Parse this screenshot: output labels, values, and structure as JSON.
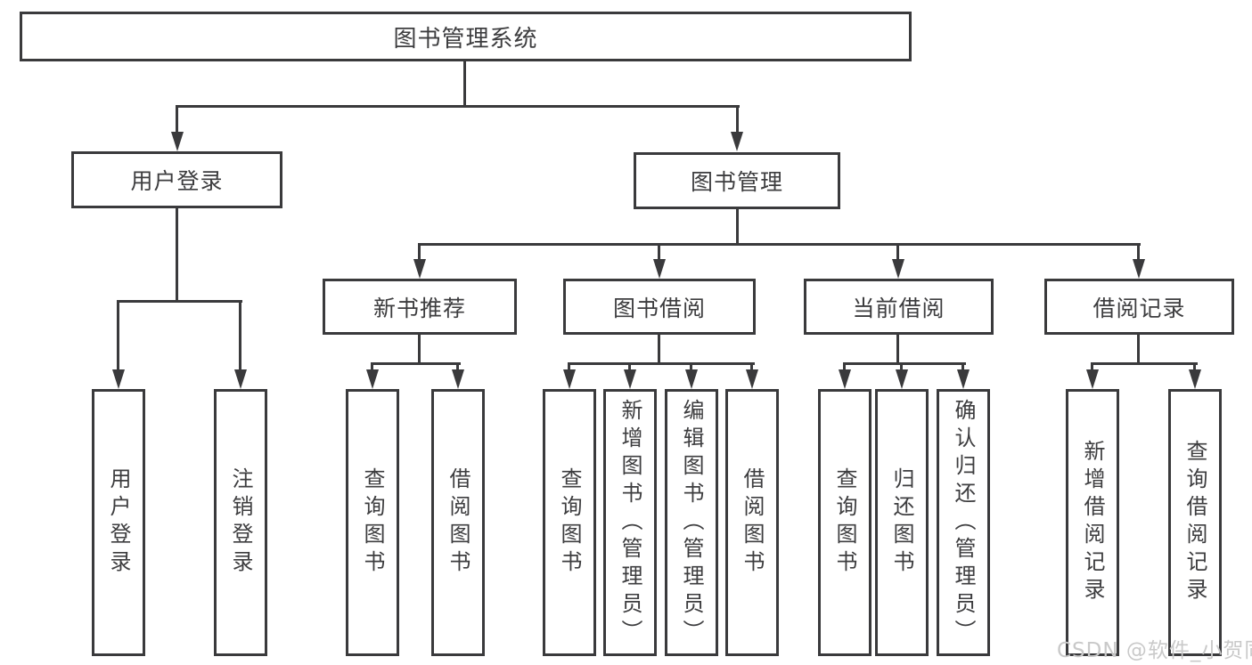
{
  "tree": {
    "root": {
      "label": "图书管理系统"
    },
    "branches": [
      {
        "label": "用户登录",
        "children": [
          {
            "label": "用户登录"
          },
          {
            "label": "注销登录"
          }
        ]
      },
      {
        "label": "图书管理",
        "children": [
          {
            "label": "新书推荐",
            "children": [
              {
                "label": "查询图书"
              },
              {
                "label": "借阅图书"
              }
            ]
          },
          {
            "label": "图书借阅",
            "children": [
              {
                "label": "查询图书"
              },
              {
                "label": "新增图书（管理员）"
              },
              {
                "label": "编辑图书（管理员）"
              },
              {
                "label": "借阅图书"
              }
            ]
          },
          {
            "label": "当前借阅",
            "children": [
              {
                "label": "查询图书"
              },
              {
                "label": "归还图书"
              },
              {
                "label": "确认归还（管理员）"
              }
            ]
          },
          {
            "label": "借阅记录",
            "children": [
              {
                "label": "新增借阅记录"
              },
              {
                "label": "查询借阅记录"
              }
            ]
          }
        ]
      }
    ]
  },
  "watermark": {
    "text": "CSDN @软件_小贺同学"
  },
  "colors": {
    "line_color": "#3a3a3c",
    "text_color": "#3d3d3f",
    "watermark_color": "#c9c9c9",
    "bg_color": "#ffffff",
    "box_bg": "#ffffff"
  }
}
